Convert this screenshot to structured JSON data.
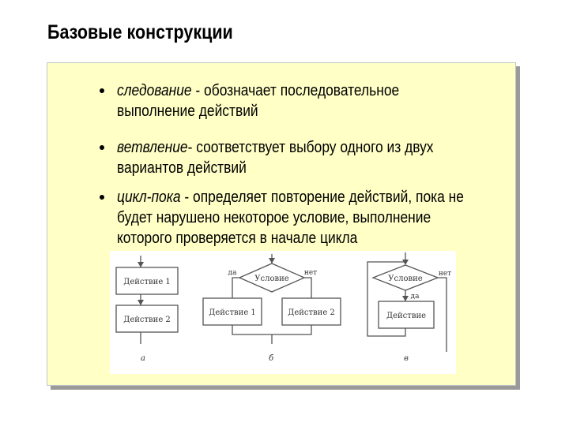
{
  "slide": {
    "title": "Базовые конструкции"
  },
  "bullets": [
    {
      "term": "следование",
      "rest_line1": " - обозначает последовательное",
      "line2": "выполнение действий",
      "line3": ""
    },
    {
      "term": "ветвление",
      "rest_line1": "- соответствует выбору одного из двух",
      "line2": "вариантов действий",
      "line3": ""
    },
    {
      "term": "цикл-пока",
      "rest_line1": " - определяет повторение действий, пока не",
      "line2": "будет нарушено некоторое условие, выполнение",
      "line3": "которого проверяется в начале цикла"
    }
  ],
  "figure": {
    "seq": {
      "action1": "Действие 1",
      "action2": "Действие 2",
      "caption": "а"
    },
    "branch": {
      "condition": "Условие",
      "yes": "да",
      "no": "нет",
      "action1": "Действие 1",
      "action2": "Действие 2",
      "caption": "б"
    },
    "loop": {
      "condition": "Условие",
      "yes": "да",
      "no": "нет",
      "action": "Действие",
      "caption": "в"
    }
  },
  "colors": {
    "panel_background": "#ffffc6",
    "panel_shadow": "#9a9a9a",
    "text": "#000000"
  }
}
